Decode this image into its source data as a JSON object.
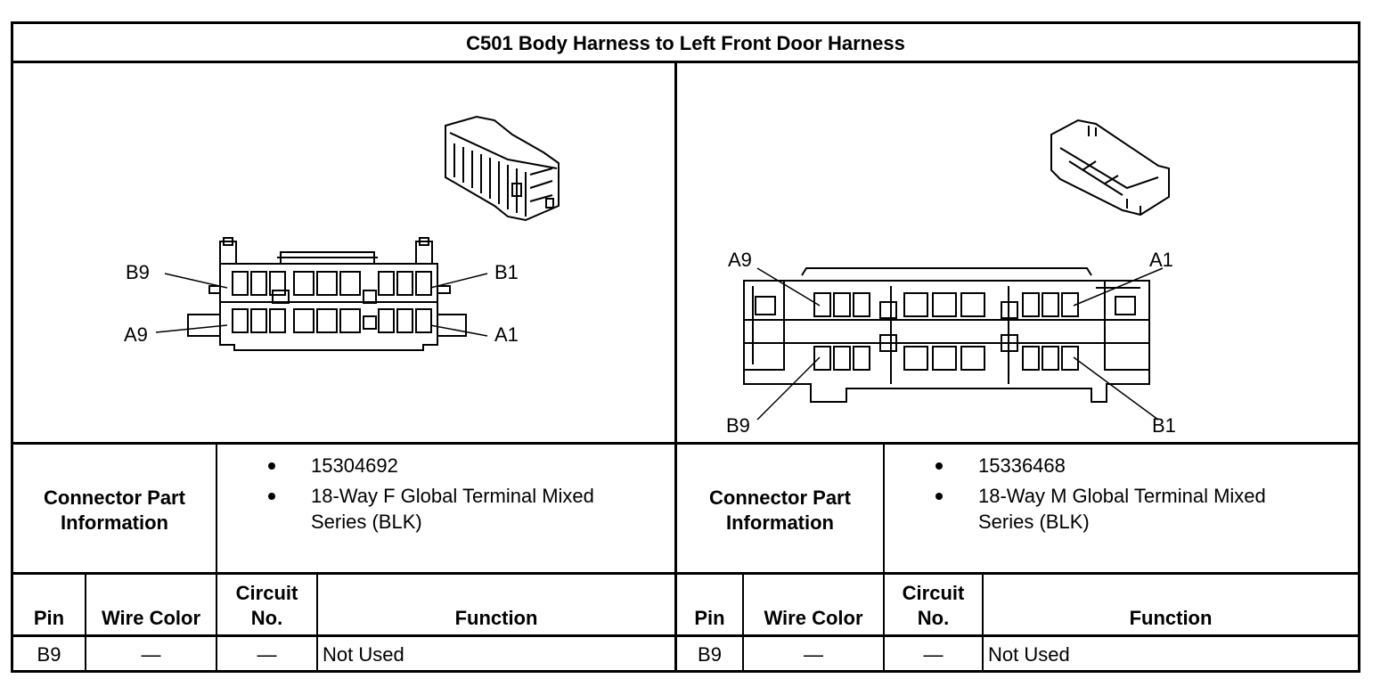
{
  "title": "C501 Body Harness to Left Front Door Harness",
  "left": {
    "labels": {
      "b9": "B9",
      "b1": "B1",
      "a9": "A9",
      "a1": "A1"
    },
    "connector_label": "Connector Part\nInformation",
    "connector_label_1": "Connector Part",
    "connector_label_2": "Information",
    "part_number": "15304692",
    "description_1": "18-Way F Global Terminal Mixed",
    "description_2": "Series (BLK)",
    "headers": {
      "pin": "Pin",
      "wire_color": "Wire Color",
      "circuit_1": "Circuit",
      "circuit_2": "No.",
      "function": "Function"
    },
    "rows": [
      {
        "pin": "B9",
        "wire_color": "—",
        "circuit": "—",
        "function": "Not Used"
      }
    ]
  },
  "right": {
    "labels": {
      "a9": "A9",
      "a1": "A1",
      "b9": "B9",
      "b1": "B1"
    },
    "connector_label_1": "Connector Part",
    "connector_label_2": "Information",
    "part_number": "15336468",
    "description_1": "18-Way M Global Terminal Mixed",
    "description_2": "Series (BLK)",
    "headers": {
      "pin": "Pin",
      "wire_color": "Wire Color",
      "circuit_1": "Circuit",
      "circuit_2": "No.",
      "function": "Function"
    },
    "rows": [
      {
        "pin": "B9",
        "wire_color": "—",
        "circuit": "—",
        "function": "Not Used"
      }
    ]
  }
}
